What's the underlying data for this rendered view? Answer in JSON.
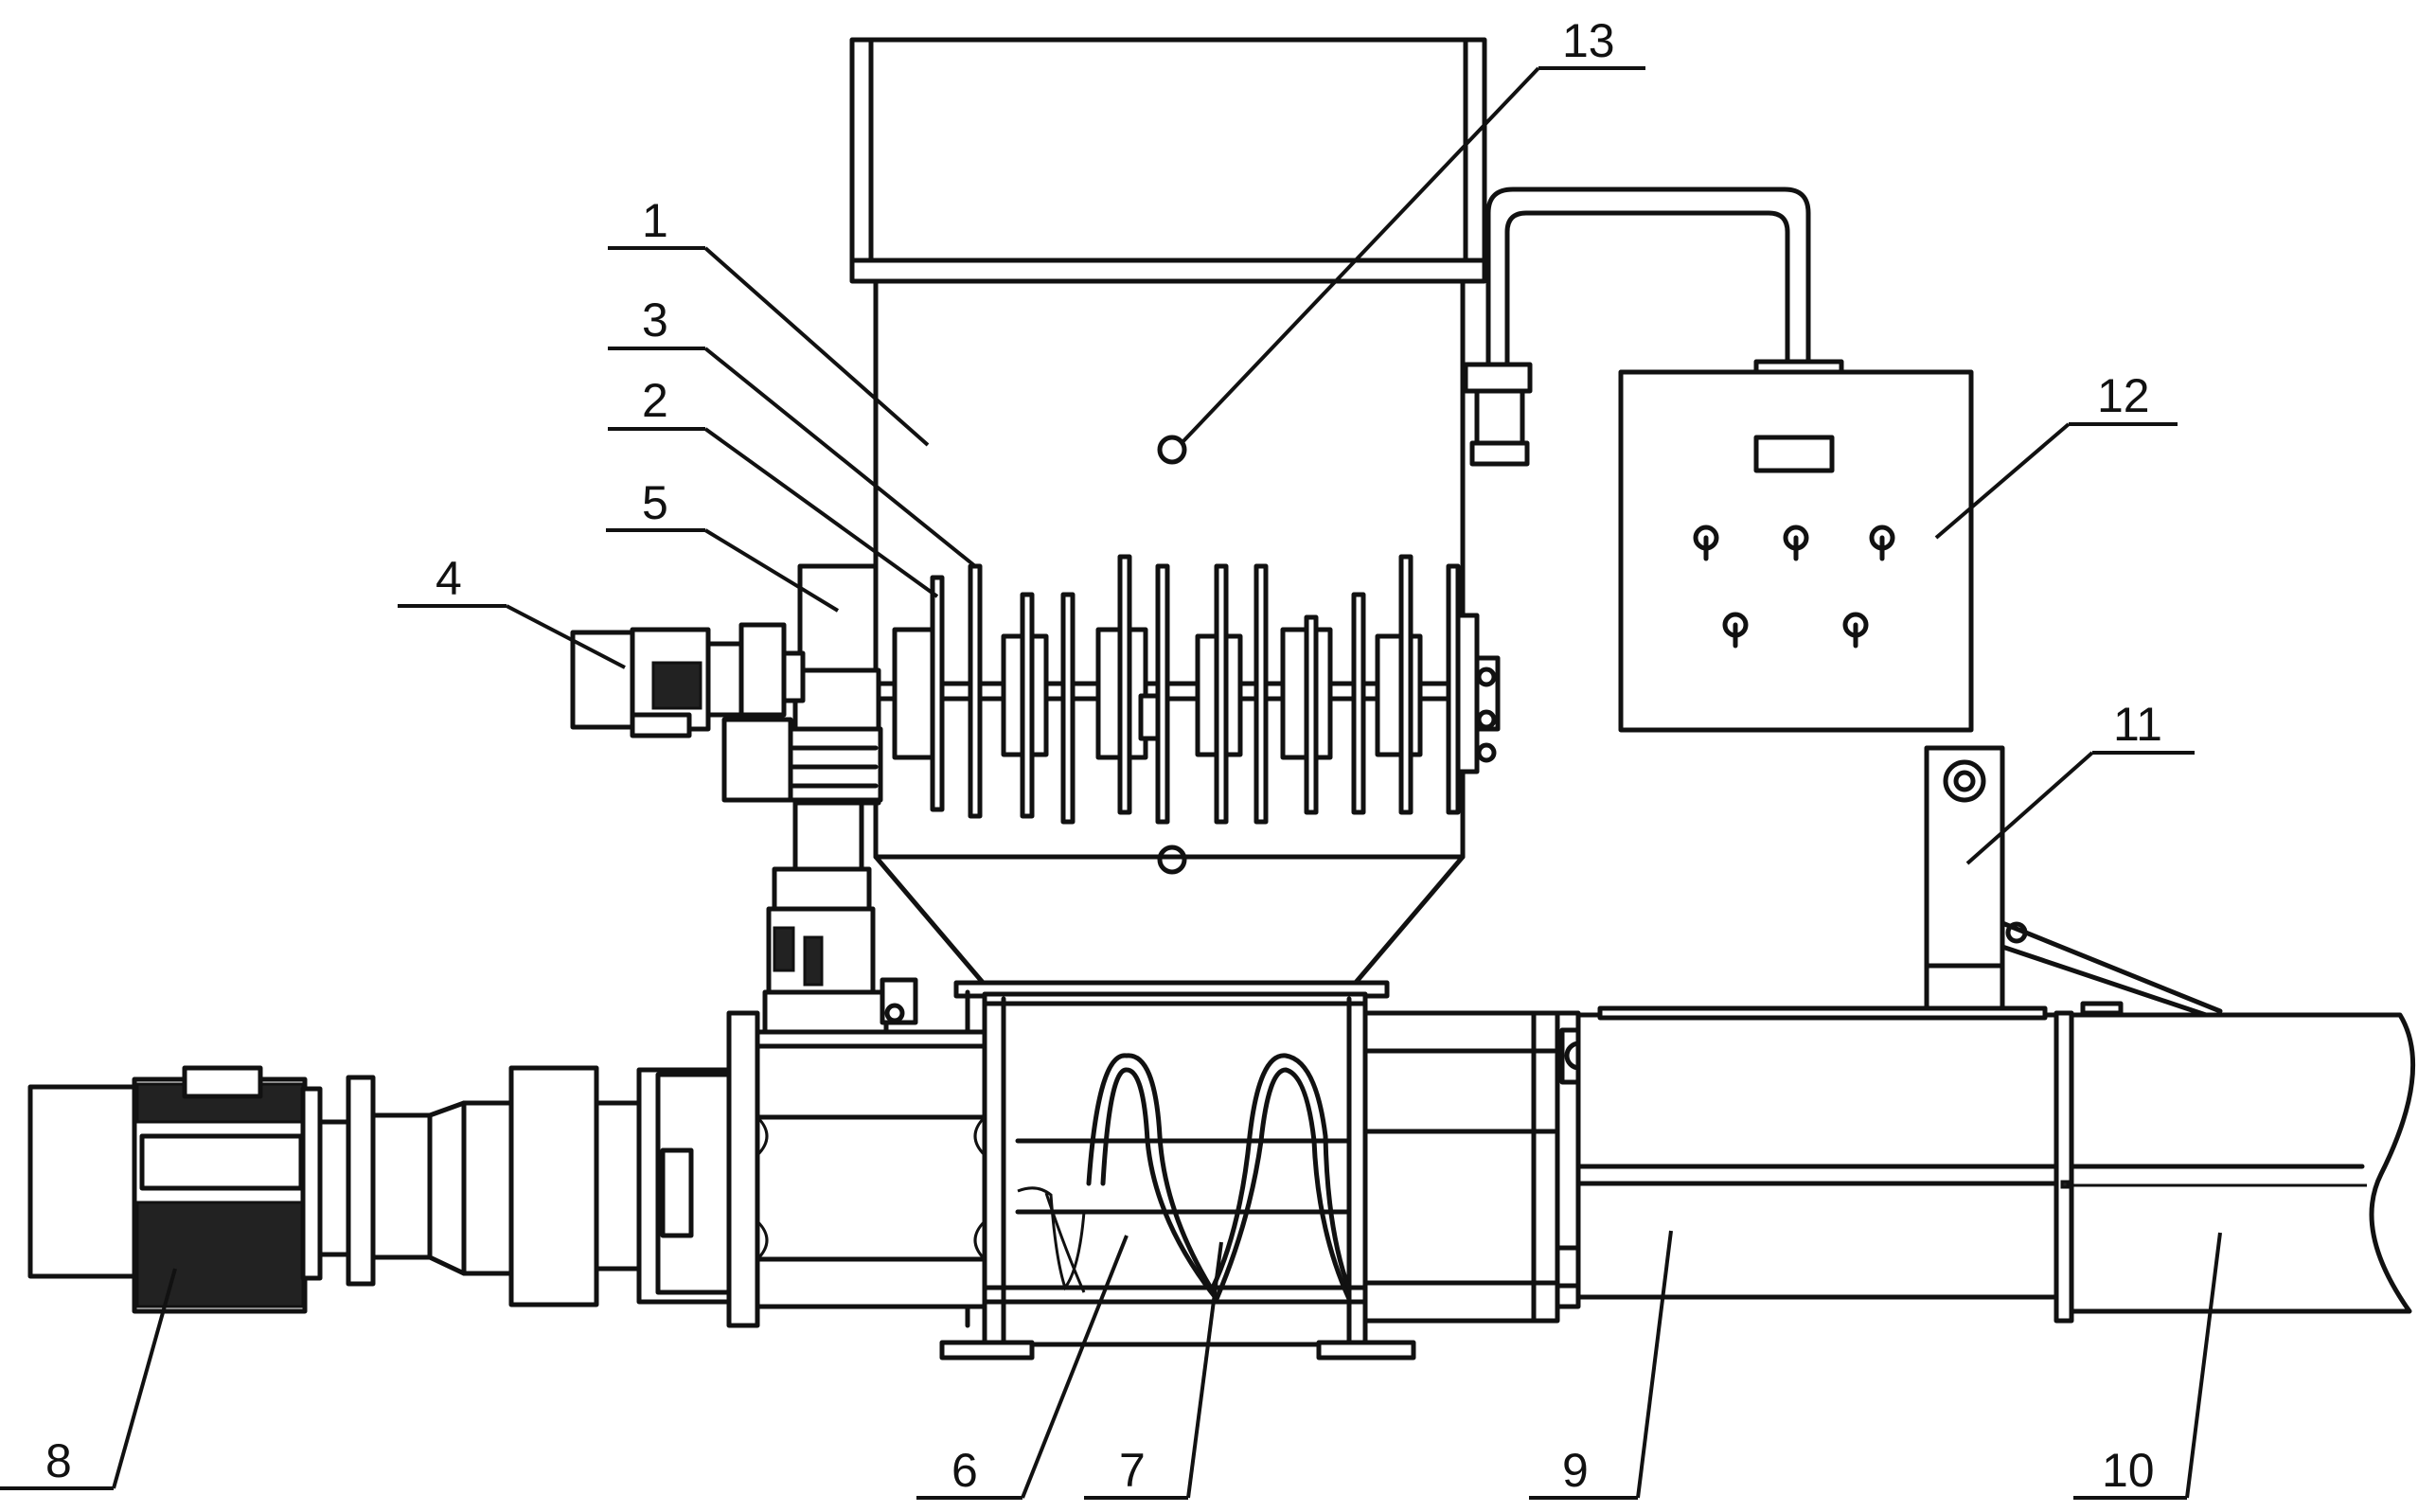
{
  "diagram": {
    "callouts": [
      {
        "id": "1",
        "text": "1"
      },
      {
        "id": "2",
        "text": "2"
      },
      {
        "id": "3",
        "text": "3"
      },
      {
        "id": "4",
        "text": "4"
      },
      {
        "id": "5",
        "text": "5"
      },
      {
        "id": "6",
        "text": "6"
      },
      {
        "id": "7",
        "text": "7"
      },
      {
        "id": "8",
        "text": "8"
      },
      {
        "id": "9",
        "text": "9"
      },
      {
        "id": "10",
        "text": "10"
      },
      {
        "id": "11",
        "text": "11"
      },
      {
        "id": "12",
        "text": "12"
      },
      {
        "id": "13",
        "text": "13"
      }
    ],
    "stroke_color": "#111111",
    "background_color": "#ffffff"
  }
}
